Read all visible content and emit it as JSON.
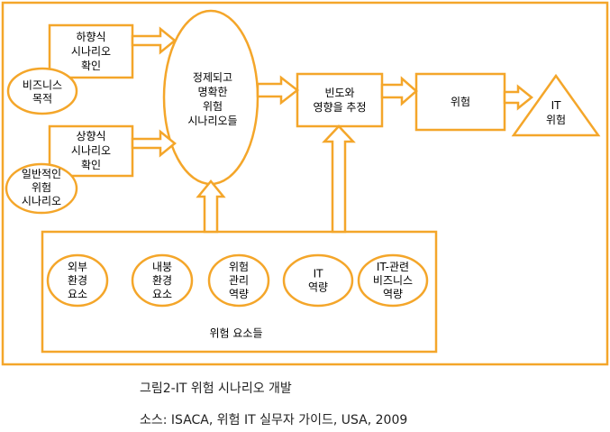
{
  "colors": {
    "stroke": "#F4A62A",
    "text": "#000000",
    "background": "#ffffff"
  },
  "nodes": {
    "top_down": [
      "하향식",
      "시나리오",
      "확인"
    ],
    "business_goal": [
      "비즈니스",
      "목적"
    ],
    "bottom_up": [
      "상향식",
      "시나리오",
      "확인"
    ],
    "generic_risk": [
      "일반적인",
      "위험",
      "시나리오"
    ],
    "refined": [
      "정제되고",
      "명확한",
      "위험",
      "시나리오들"
    ],
    "frequency": [
      "빈도와",
      "영향을 추정"
    ],
    "risk": [
      "위험"
    ],
    "it_risk": [
      "IT",
      "위험"
    ],
    "external": [
      "외부",
      "환경",
      "요소"
    ],
    "internal": [
      "내붕",
      "환경",
      "요소"
    ],
    "risk_mgmt": [
      "위험",
      "관리",
      "역량"
    ],
    "it_capability": [
      "IT",
      "역량"
    ],
    "it_business": [
      "IT-관련",
      "비즈니스",
      "역량"
    ],
    "risk_factors": [
      "위험  요소들"
    ]
  },
  "captions": {
    "figure": "그림2-IT 위험 시나리오 개발",
    "source": "소스: ISACA,  위험 IT 실무자 가이드, USA,  2009"
  }
}
